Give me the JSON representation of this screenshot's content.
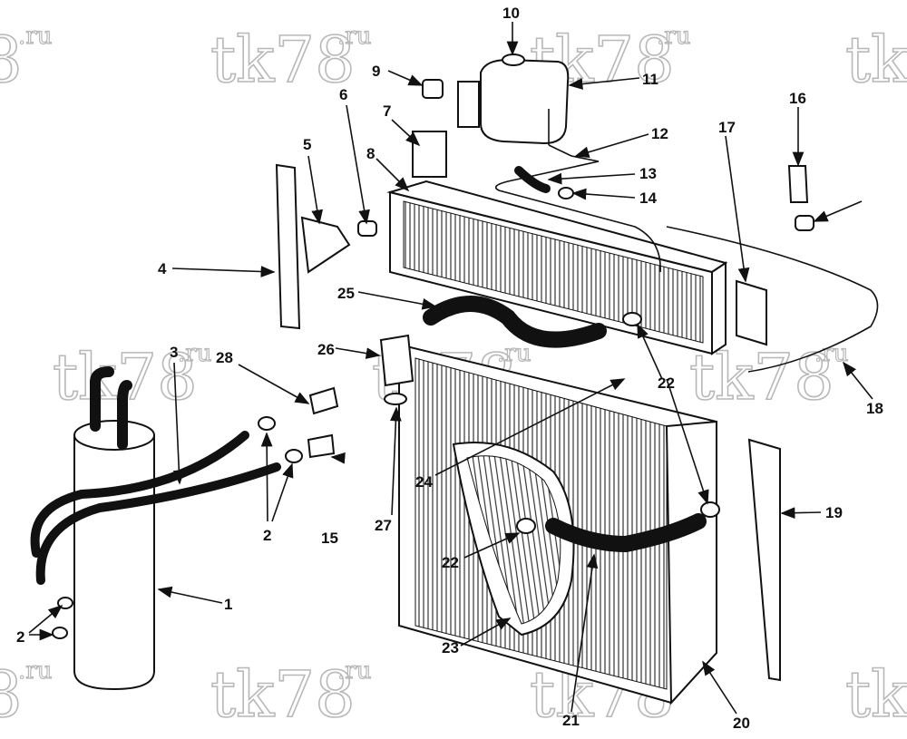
{
  "watermark": {
    "main": "tk78",
    "suffix": ".ru",
    "main_partial": "8",
    "main_partial_right": "tk"
  },
  "callouts": [
    "1",
    "2",
    "3",
    "4",
    "5",
    "6",
    "7",
    "8",
    "9",
    "10",
    "11",
    "12",
    "13",
    "14",
    "15",
    "16",
    "17",
    "18",
    "19",
    "20",
    "21",
    "22",
    "23",
    "24",
    "25",
    "26",
    "27",
    "28"
  ],
  "arrow_color": "#111111",
  "watermark_color": "#b8b8b8"
}
